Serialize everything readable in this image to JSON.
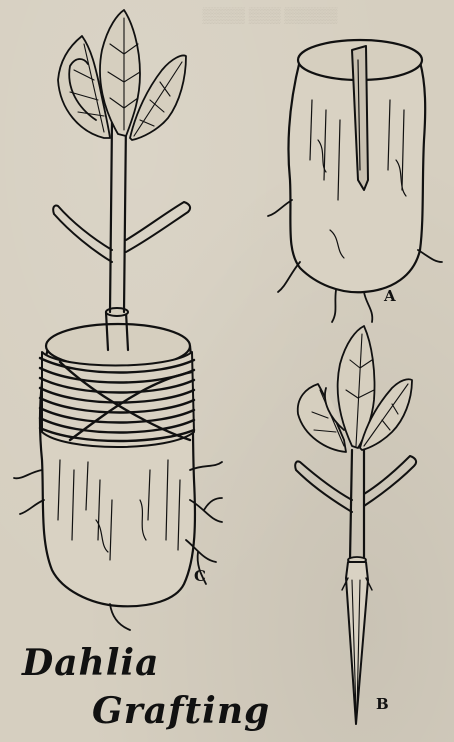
{
  "caption": {
    "line1": "Dahlia",
    "line2": "Grafting"
  },
  "figure_labels": {
    "a": "A",
    "b": "B",
    "c": "C"
  }
}
